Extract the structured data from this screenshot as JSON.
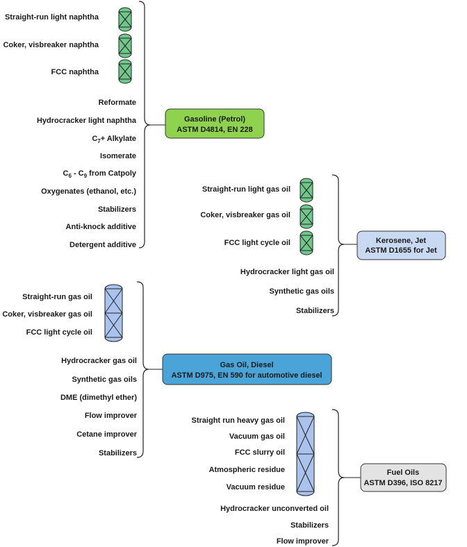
{
  "colors": {
    "gasoline_vessel": "#6fc88a",
    "gasoline_box": "#8fd24e",
    "jet_vessel": "#6fc88a",
    "jet_box": "#c9d9f2",
    "diesel_vessel": "#a9c3ec",
    "diesel_box": "#4aa4d8",
    "fuel_vessel": "#a9c3ec",
    "fuel_box": "#e3e3e3"
  },
  "gasoline": {
    "components": [
      "Straight-run light naphtha",
      "Coker, visbreaker naphtha",
      "FCC naphtha",
      "Reformate",
      "Hydrocracker light naphtha",
      "Isomerate",
      "Oxygenates (ethanol, etc.)",
      "Stabilizers",
      "Anti-knock additive",
      "Detergent additive"
    ],
    "alkylate": {
      "c": "C",
      "sub": "7",
      "rest": "+ Alkylate"
    },
    "catpoly": {
      "c1": "C",
      "sub1": "6",
      "mid": " - C",
      "sub2": "9",
      "rest": " from Catpoly"
    },
    "product_line1": "Gasoline (Petrol)",
    "product_line2": "ASTM D4814, EN 228"
  },
  "jet": {
    "components": [
      "Straight-run light gas oil",
      "Coker, visbreaker gas oil",
      "FCC light cycle oil",
      "Hydrocracker light gas oil",
      "Synthetic gas oils",
      "Stabilizers"
    ],
    "product_line1": "Kerosene, Jet",
    "product_line2": "ASTM D1655 for Jet"
  },
  "diesel": {
    "components": [
      "Straight-run gas oil",
      "Coker, visbreaker gas oil",
      "FCC light cycle oil",
      "Hydrocracker gas oil",
      "Synthetic gas oils",
      "DME (dimethyl ether)",
      "Flow improver",
      "Cetane improver",
      "Stabilizers"
    ],
    "product_line1": "Gas Oil, Diesel",
    "product_line2": "ASTM D975, EN 590 for automotive diesel"
  },
  "fuel": {
    "components": [
      "Straight run heavy gas oil",
      "Vacuum gas oil",
      "FCC slurry oil",
      "Atmospheric residue",
      "Vacuum residue",
      "Hydrocracker unconverted oil",
      "Stabilizers",
      "Flow improver"
    ],
    "product_line1": "Fuel Oils",
    "product_line2": "ASTM D396, ISO 8217"
  }
}
